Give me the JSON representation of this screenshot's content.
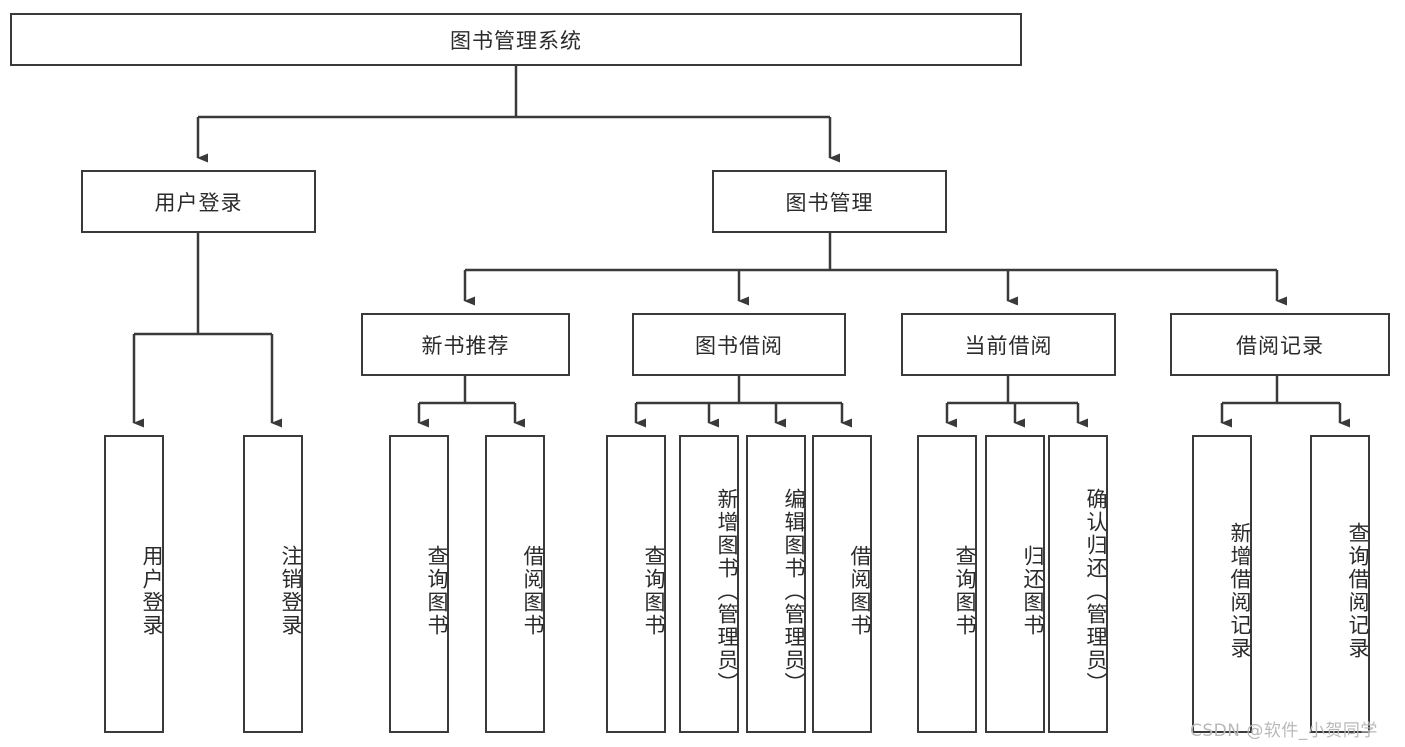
{
  "diagram": {
    "title": "图书管理系统",
    "type": "tree-hierarchy-chart",
    "root": {
      "label": "图书管理系统"
    },
    "level2": [
      {
        "label": "用户登录"
      },
      {
        "label": "图书管理"
      }
    ],
    "level3": [
      {
        "label": "新书推荐"
      },
      {
        "label": "图书借阅"
      },
      {
        "label": "当前借阅"
      },
      {
        "label": "借阅记录"
      }
    ],
    "leaves_user_login": [
      {
        "label": "用户登录"
      },
      {
        "label": "注销登录"
      }
    ],
    "leaves_new_book": [
      {
        "label": "查询图书"
      },
      {
        "label": "借阅图书"
      }
    ],
    "leaves_borrow": [
      {
        "label": "查询图书"
      },
      {
        "label": "新增图书（管理员）"
      },
      {
        "label": "编辑图书（管理员）"
      },
      {
        "label": "借阅图书"
      }
    ],
    "leaves_current": [
      {
        "label": "查询图书"
      },
      {
        "label": "归还图书"
      },
      {
        "label": "确认归还（管理员）"
      }
    ],
    "leaves_records": [
      {
        "label": "新增借阅记录"
      },
      {
        "label": "查询借阅记录"
      }
    ]
  },
  "watermark": {
    "text": "CSDN @软件_小贺同学"
  },
  "colors": {
    "stroke": "#3a3a3a",
    "text": "#2b2b2b",
    "background": "#ffffff",
    "watermark": "#b9b9b9"
  }
}
